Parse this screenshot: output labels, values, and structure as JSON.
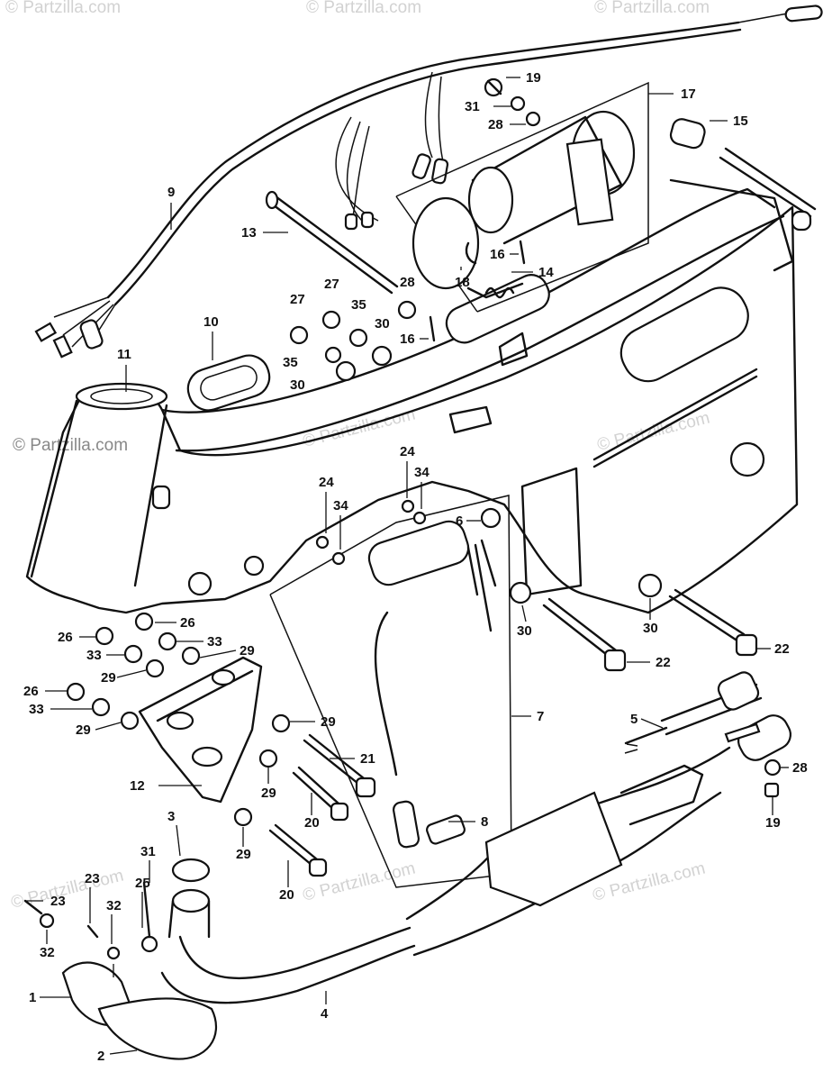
{
  "watermarks": [
    "© Partzilla.com",
    "© Partzilla.com",
    "© Partzilla.com",
    "© Partzilla.com",
    "© Partzilla.com",
    "© Partzilla.com",
    "© Partzilla.com",
    "© Partzilla.com",
    "© Partzilla.com"
  ],
  "callouts": [
    {
      "id": "lbl-19-top",
      "text": "19"
    },
    {
      "id": "lbl-17",
      "text": "17"
    },
    {
      "id": "lbl-31-top",
      "text": "31"
    },
    {
      "id": "lbl-28-top",
      "text": "28"
    },
    {
      "id": "lbl-15",
      "text": "15"
    },
    {
      "id": "lbl-9",
      "text": "9"
    },
    {
      "id": "lbl-13",
      "text": "13"
    },
    {
      "id": "lbl-16-top",
      "text": "16"
    },
    {
      "id": "lbl-14",
      "text": "14"
    },
    {
      "id": "lbl-18",
      "text": "18"
    },
    {
      "id": "lbl-27a",
      "text": "27"
    },
    {
      "id": "lbl-27b",
      "text": "27"
    },
    {
      "id": "lbl-28-mid",
      "text": "28"
    },
    {
      "id": "lbl-35a",
      "text": "35"
    },
    {
      "id": "lbl-35b",
      "text": "35"
    },
    {
      "id": "lbl-30-a",
      "text": "30"
    },
    {
      "id": "lbl-30-b",
      "text": "30"
    },
    {
      "id": "lbl-16-mid",
      "text": "16"
    },
    {
      "id": "lbl-10",
      "text": "10"
    },
    {
      "id": "lbl-11",
      "text": "11"
    },
    {
      "id": "lbl-24a",
      "text": "24"
    },
    {
      "id": "lbl-24b",
      "text": "24"
    },
    {
      "id": "lbl-34a",
      "text": "34"
    },
    {
      "id": "lbl-34b",
      "text": "34"
    },
    {
      "id": "lbl-6",
      "text": "6"
    },
    {
      "id": "lbl-30-c",
      "text": "30"
    },
    {
      "id": "lbl-30-d",
      "text": "30"
    },
    {
      "id": "lbl-22a",
      "text": "22"
    },
    {
      "id": "lbl-22b",
      "text": "22"
    },
    {
      "id": "lbl-26a",
      "text": "26"
    },
    {
      "id": "lbl-26b",
      "text": "26"
    },
    {
      "id": "lbl-26c",
      "text": "26"
    },
    {
      "id": "lbl-33a",
      "text": "33"
    },
    {
      "id": "lbl-33b",
      "text": "33"
    },
    {
      "id": "lbl-33c",
      "text": "33"
    },
    {
      "id": "lbl-29a",
      "text": "29"
    },
    {
      "id": "lbl-29b",
      "text": "29"
    },
    {
      "id": "lbl-29c",
      "text": "29"
    },
    {
      "id": "lbl-29d",
      "text": "29"
    },
    {
      "id": "lbl-29e",
      "text": "29"
    },
    {
      "id": "lbl-29f",
      "text": "29"
    },
    {
      "id": "lbl-7",
      "text": "7"
    },
    {
      "id": "lbl-5",
      "text": "5"
    },
    {
      "id": "lbl-21",
      "text": "21"
    },
    {
      "id": "lbl-12",
      "text": "12"
    },
    {
      "id": "lbl-20a",
      "text": "20"
    },
    {
      "id": "lbl-20b",
      "text": "20"
    },
    {
      "id": "lbl-28-right",
      "text": "28"
    },
    {
      "id": "lbl-19-right",
      "text": "19"
    },
    {
      "id": "lbl-8",
      "text": "8"
    },
    {
      "id": "lbl-3",
      "text": "3"
    },
    {
      "id": "lbl-31-bot",
      "text": "31"
    },
    {
      "id": "lbl-23a",
      "text": "23"
    },
    {
      "id": "lbl-23b",
      "text": "23"
    },
    {
      "id": "lbl-25",
      "text": "25"
    },
    {
      "id": "lbl-32a",
      "text": "32"
    },
    {
      "id": "lbl-32b",
      "text": "32"
    },
    {
      "id": "lbl-1",
      "text": "1"
    },
    {
      "id": "lbl-4",
      "text": "4"
    },
    {
      "id": "lbl-2",
      "text": "2"
    }
  ]
}
